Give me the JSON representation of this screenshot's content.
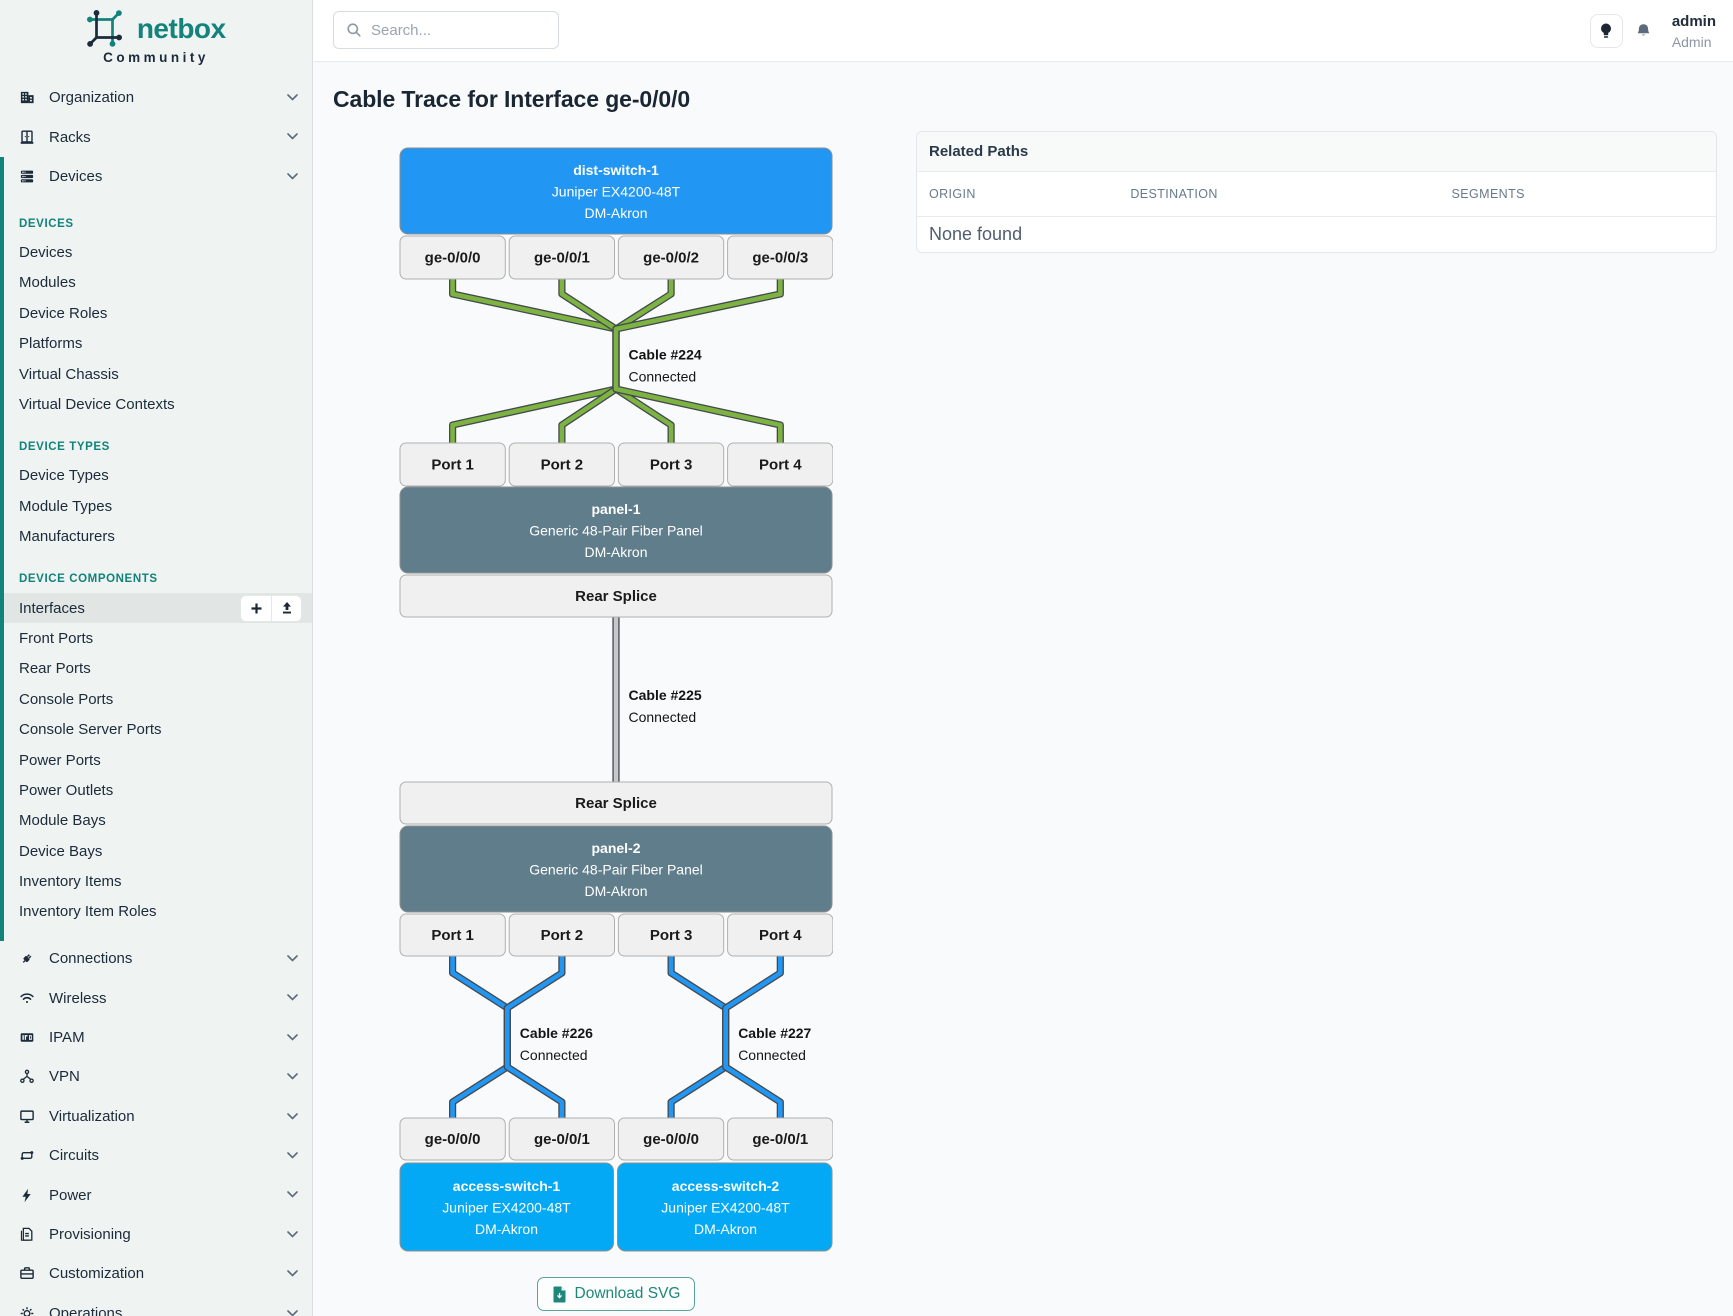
{
  "brand": {
    "name": "netbox",
    "tagline": "Community"
  },
  "topbar": {
    "search_placeholder": "Search...",
    "user": {
      "username": "admin",
      "role": "Admin"
    }
  },
  "sidebar": {
    "top_items": [
      {
        "label": "Organization"
      },
      {
        "label": "Racks"
      },
      {
        "label": "Devices"
      }
    ],
    "sections": [
      {
        "title": "DEVICES",
        "items": [
          "Devices",
          "Modules",
          "Device Roles",
          "Platforms",
          "Virtual Chassis",
          "Virtual Device Contexts"
        ]
      },
      {
        "title": "DEVICE TYPES",
        "items": [
          "Device Types",
          "Module Types",
          "Manufacturers"
        ]
      },
      {
        "title": "DEVICE COMPONENTS",
        "items": [
          "Interfaces",
          "Front Ports",
          "Rear Ports",
          "Console Ports",
          "Console Server Ports",
          "Power Ports",
          "Power Outlets",
          "Module Bays",
          "Device Bays",
          "Inventory Items",
          "Inventory Item Roles"
        ],
        "active_item": "Interfaces"
      }
    ],
    "bottom_items": [
      "Connections",
      "Wireless",
      "IPAM",
      "VPN",
      "Virtualization",
      "Circuits",
      "Power",
      "Provisioning",
      "Customization",
      "Operations"
    ]
  },
  "page": {
    "title": "Cable Trace for Interface ge-0/0/0"
  },
  "related_paths": {
    "title": "Related Paths",
    "columns": [
      "ORIGIN",
      "DESTINATION",
      "SEGMENTS"
    ],
    "empty_text": "None found"
  },
  "download_button": {
    "label": "Download SVG"
  },
  "diagram": {
    "nodes": [
      {
        "name": "dist-switch-1",
        "model": "Juniper EX4200-48T",
        "site": "DM-Akron",
        "color": "#2196f3"
      },
      {
        "name": "panel-1",
        "model": "Generic 48-Pair Fiber Panel",
        "site": "DM-Akron",
        "color": "#607d8b"
      },
      {
        "name": "panel-2",
        "model": "Generic 48-Pair Fiber Panel",
        "site": "DM-Akron",
        "color": "#607d8b"
      },
      {
        "name": "access-switch-1",
        "model": "Juniper EX4200-48T",
        "site": "DM-Akron",
        "color": "#03a9f4"
      },
      {
        "name": "access-switch-2",
        "model": "Juniper EX4200-48T",
        "site": "DM-Akron",
        "color": "#03a9f4"
      }
    ],
    "terminations": {
      "dist_interfaces": [
        "ge-0/0/0",
        "ge-0/0/1",
        "ge-0/0/2",
        "ge-0/0/3"
      ],
      "panel1_front": [
        "Port 1",
        "Port 2",
        "Port 3",
        "Port 4"
      ],
      "panel1_rear": "Rear Splice",
      "panel2_rear": "Rear Splice",
      "panel2_front": [
        "Port 1",
        "Port 2",
        "Port 3",
        "Port 4"
      ],
      "access1_interfaces": [
        "ge-0/0/0",
        "ge-0/0/1"
      ],
      "access2_interfaces": [
        "ge-0/0/0",
        "ge-0/0/1"
      ]
    },
    "cables": [
      {
        "id": "Cable #224",
        "status": "Connected",
        "color": "#7cb342"
      },
      {
        "id": "Cable #225",
        "status": "Connected",
        "color": "#c8c8c8"
      },
      {
        "id": "Cable #226",
        "status": "Connected",
        "color": "#2196f3"
      },
      {
        "id": "Cable #227",
        "status": "Connected",
        "color": "#2196f3"
      }
    ],
    "term_fill": "#f0f0f0",
    "term_stroke": "#b0b0b0",
    "device_stroke": "#8f8f8f",
    "cable_outline": "#44494d"
  }
}
